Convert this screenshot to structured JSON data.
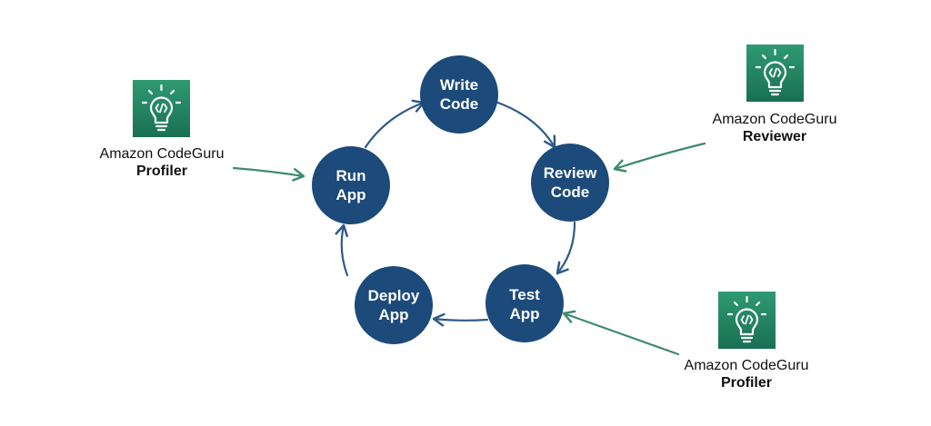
{
  "colors": {
    "node_fill": "#1c4a7a",
    "node_text": "#ffffff",
    "cycle_arrow": "#2d5a88",
    "service_arrow": "#3e8b6e",
    "icon_bg_top": "#2e9a73",
    "icon_bg_bottom": "#1a6f52",
    "icon_glyph": "#ffffff",
    "label_text": "#111111"
  },
  "cycle": {
    "nodes": [
      {
        "id": "write",
        "line1": "Write",
        "line2": "Code"
      },
      {
        "id": "review",
        "line1": "Review",
        "line2": "Code"
      },
      {
        "id": "test",
        "line1": "Test",
        "line2": "App"
      },
      {
        "id": "deploy",
        "line1": "Deploy",
        "line2": "App"
      },
      {
        "id": "run",
        "line1": "Run",
        "line2": "App"
      }
    ]
  },
  "services": [
    {
      "id": "profiler-left",
      "icon": "lightbulb-code-icon",
      "product": "Amazon CodeGuru",
      "tool": "Profiler",
      "target": "run"
    },
    {
      "id": "reviewer-right",
      "icon": "lightbulb-code-icon",
      "product": "Amazon CodeGuru",
      "tool": "Reviewer",
      "target": "review"
    },
    {
      "id": "profiler-bottom-right",
      "icon": "lightbulb-code-icon",
      "product": "Amazon CodeGuru",
      "tool": "Profiler",
      "target": "test"
    }
  ]
}
